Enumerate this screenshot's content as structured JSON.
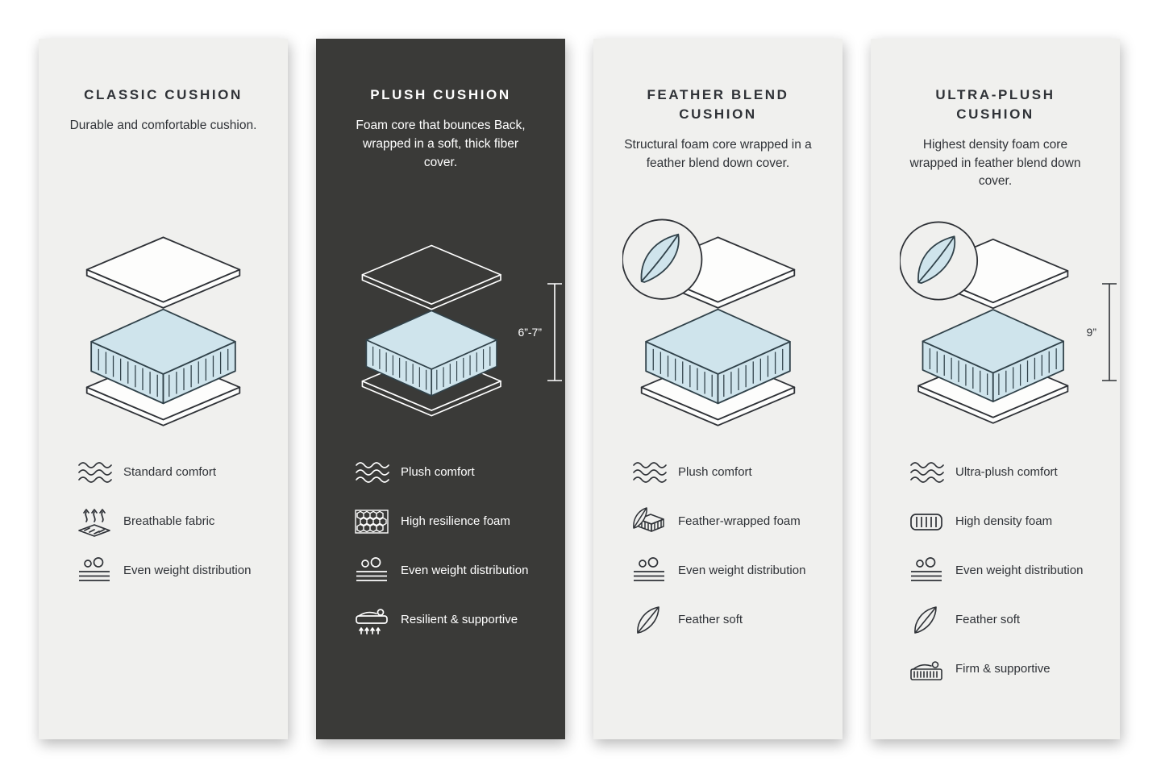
{
  "page": {
    "background": "#ffffff"
  },
  "colors": {
    "card_light_bg": "#f0f0ee",
    "card_dark_bg": "#3a3a38",
    "foam_blue": "#cfe4ec",
    "line_dark": "#2f3237",
    "line_on_dark": "#ffffff"
  },
  "cards": [
    {
      "id": "classic-cushion",
      "theme": "light",
      "title": "CLASSIC CUSHION",
      "description": "Durable and comfortable cushion.",
      "features": [
        {
          "icon": "waves-icon",
          "label": "Standard comfort"
        },
        {
          "icon": "breathable-fabric-icon",
          "label": "Breathable fabric"
        },
        {
          "icon": "even-weight-icon",
          "label": "Even weight distribution"
        }
      ]
    },
    {
      "id": "plush-cushion",
      "theme": "dark",
      "title": "PLUSH CUSHION",
      "description": "Foam core that bounces Back, wrapped in a soft, thick fiber cover.",
      "measurement": "6”-7”",
      "features": [
        {
          "icon": "waves-icon",
          "label": "Plush comfort"
        },
        {
          "icon": "honeycomb-foam-icon",
          "label": "High resilience foam"
        },
        {
          "icon": "even-weight-icon",
          "label": "Even weight distribution"
        },
        {
          "icon": "resilient-supportive-icon",
          "label": "Resilient & supportive"
        }
      ]
    },
    {
      "id": "feather-blend-cushion",
      "theme": "light",
      "title": "FEATHER BLEND CUSHION",
      "description": "Structural foam core wrapped in a feather blend down cover.",
      "badge": "feather-badge",
      "features": [
        {
          "icon": "waves-icon",
          "label": "Plush comfort"
        },
        {
          "icon": "feather-wrapped-foam-icon",
          "label": "Feather-wrapped foam"
        },
        {
          "icon": "even-weight-icon",
          "label": "Even weight distribution"
        },
        {
          "icon": "feather-icon",
          "label": "Feather soft"
        }
      ]
    },
    {
      "id": "ultra-plush-cushion",
      "theme": "light",
      "title": "ULTRA-PLUSH CUSHION",
      "description": "Highest density foam core wrapped in feather blend down cover.",
      "badge": "feather-badge",
      "measurement": "9”",
      "features": [
        {
          "icon": "waves-icon",
          "label": "Ultra-plush comfort"
        },
        {
          "icon": "high-density-foam-icon",
          "label": "High density foam"
        },
        {
          "icon": "even-weight-icon",
          "label": "Even weight distribution"
        },
        {
          "icon": "feather-icon",
          "label": "Feather soft"
        },
        {
          "icon": "firm-supportive-icon",
          "label": "Firm & supportive"
        }
      ]
    }
  ]
}
